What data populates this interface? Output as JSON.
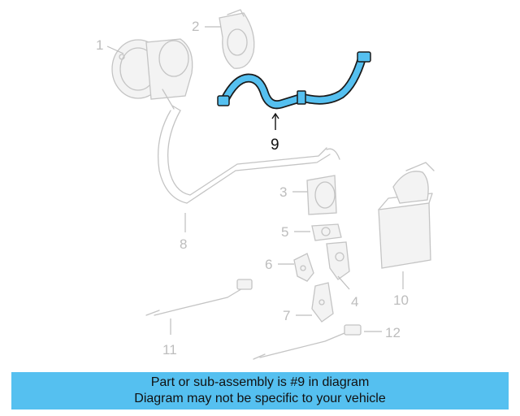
{
  "colors": {
    "highlight": "#55c0f0",
    "part_line": "#c4c4c4",
    "label_inactive": "#bdbdbd",
    "label_active": "#111111"
  },
  "callouts": [
    {
      "id": "1",
      "text": "1"
    },
    {
      "id": "2",
      "text": "2"
    },
    {
      "id": "3",
      "text": "3"
    },
    {
      "id": "4",
      "text": "4"
    },
    {
      "id": "5",
      "text": "5"
    },
    {
      "id": "6",
      "text": "6"
    },
    {
      "id": "7",
      "text": "7"
    },
    {
      "id": "8",
      "text": "8"
    },
    {
      "id": "9",
      "text": "9"
    },
    {
      "id": "10",
      "text": "10"
    },
    {
      "id": "11",
      "text": "11"
    },
    {
      "id": "12",
      "text": "12"
    }
  ],
  "highlighted_part": "9",
  "banner": {
    "line1": "Part or sub-assembly is #9 in diagram",
    "line2": "Diagram may not be specific to your vehicle"
  }
}
